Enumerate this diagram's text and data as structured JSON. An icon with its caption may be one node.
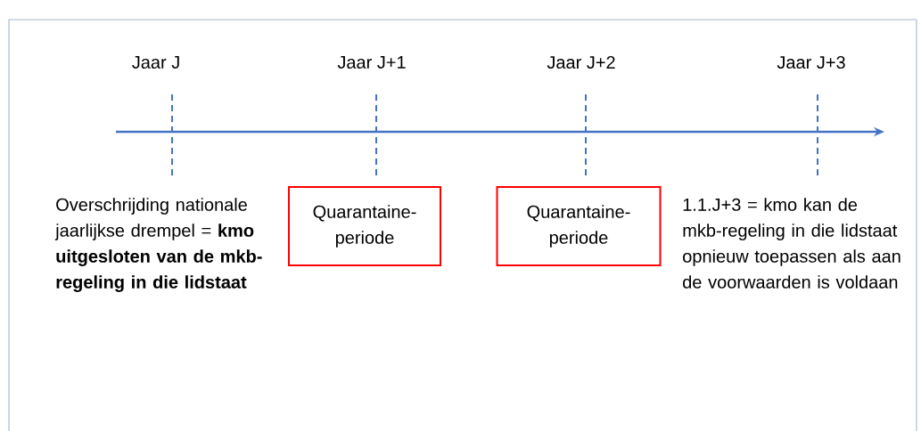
{
  "diagram": {
    "nodes": [
      {
        "text": [
          "Quarantaine- periode"
        ]
      },
      {
        "text": [
          "Quarantaine- periode"
        ]
      }
    ],
    "edges": [],
    "labels": [
      "Jaar J",
      "Jaar J+1",
      "Jaar J+2",
      "Jaar J+3",
      "Overschrijding nationale jaarlijkse drempel = **kmo uitgesloten van de mkb-regeling in die lidstaat**",
      "1.1.J+3 = kmo kan de mkb-regeling in die lidstaat opnieuw toepassen als aan de voorwaarden is voldaan"
    ]
  }
}
